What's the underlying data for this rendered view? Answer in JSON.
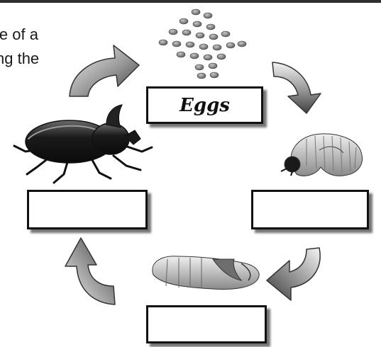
{
  "intro": {
    "line1": "le of a",
    "line2": "ng the"
  },
  "stages": {
    "eggs": {
      "label": "Eggs",
      "illustration": "egg-cluster"
    },
    "larva": {
      "label": "",
      "illustration": "grub-larva"
    },
    "pupa": {
      "label": "",
      "illustration": "pupa"
    },
    "adult": {
      "label": "",
      "illustration": "rhinoceros-beetle"
    }
  },
  "colors": {
    "arrow_light": "#f2f2f2",
    "arrow_dark": "#4a4a4a",
    "ink": "#111111"
  }
}
